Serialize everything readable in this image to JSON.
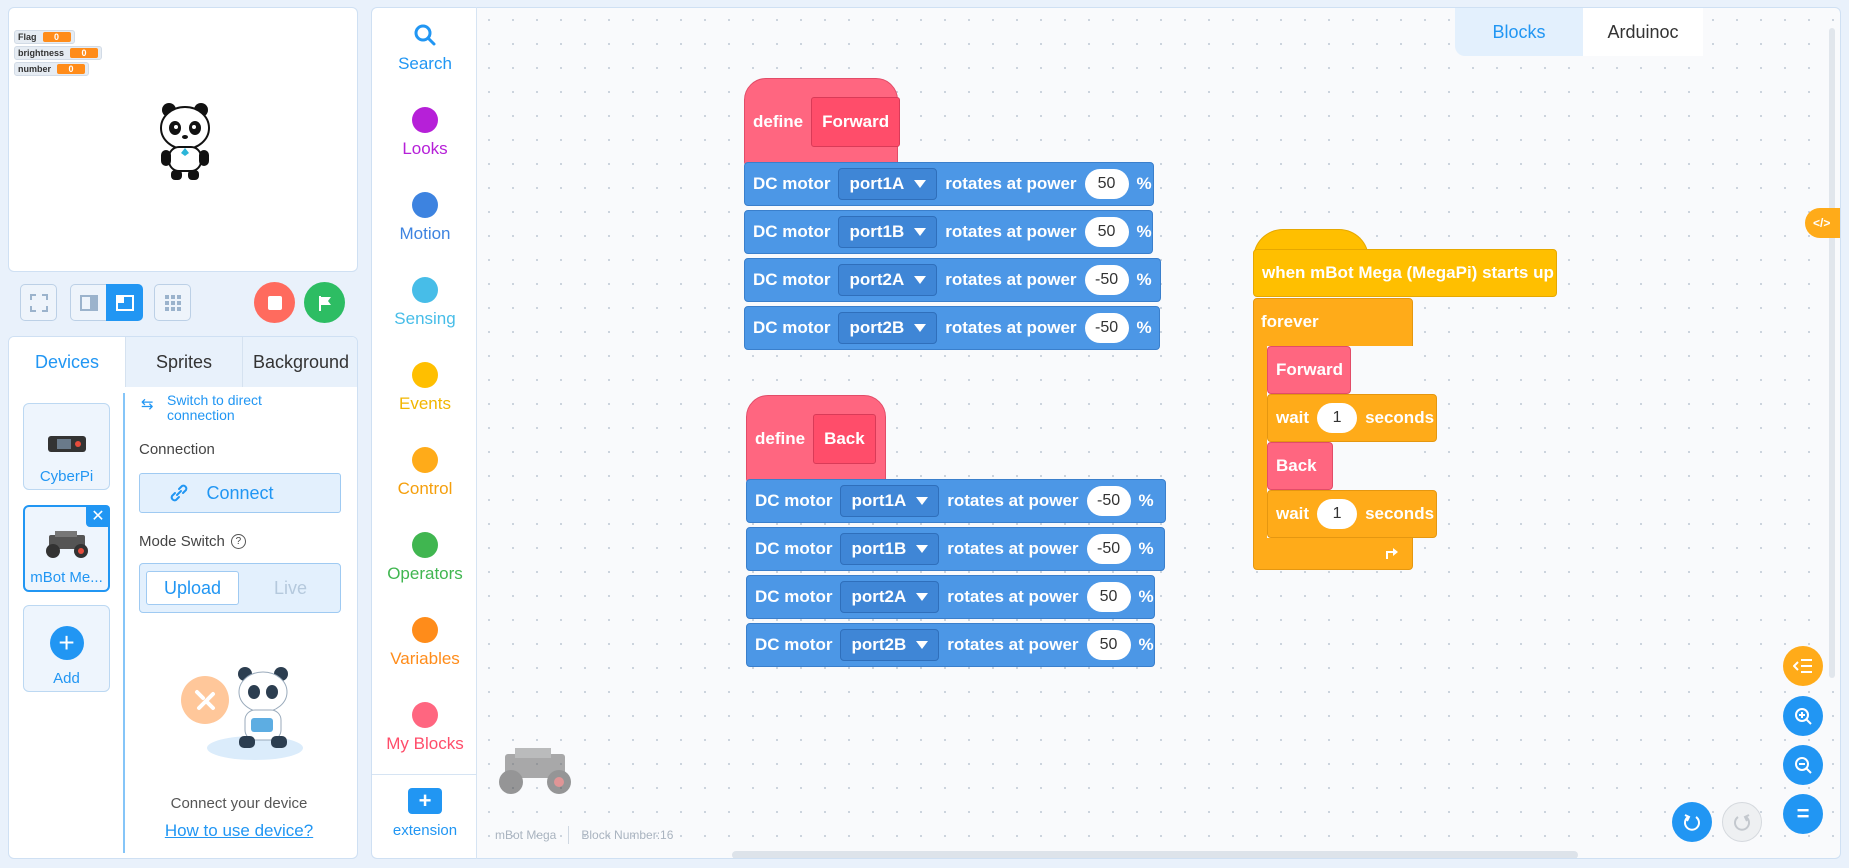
{
  "stage": {
    "monitors": [
      {
        "label": "Flag",
        "value": "0"
      },
      {
        "label": "brightness",
        "value": "0"
      },
      {
        "label": "number",
        "value": "0"
      }
    ]
  },
  "stage_controls": {
    "fullscreen_icon": "fullscreen-icon",
    "small_stage_icon": "small-stage-icon",
    "large_stage_icon": "large-stage-icon",
    "grid_icon": "grid-icon",
    "stop_color": "#ff6b5e",
    "go_color": "#2dbd63"
  },
  "panel_tabs": [
    "Devices",
    "Sprites",
    "Background"
  ],
  "devices": [
    {
      "label": "CyberPi"
    },
    {
      "label": "mBot Me..."
    },
    {
      "label": "Add"
    }
  ],
  "device_settings": {
    "switch_link": "Switch to direct connection",
    "connection_label": "Connection",
    "connect_button": "Connect",
    "mode_label": "Mode Switch",
    "mode_upload": "Upload",
    "mode_live": "Live",
    "connect_text": "Connect your device",
    "howto_link": "How to use device?"
  },
  "categories": [
    {
      "name": "Search",
      "color": "#2196f3"
    },
    {
      "name": "Looks",
      "color": "#b620d8"
    },
    {
      "name": "Motion",
      "color": "#3d83e0"
    },
    {
      "name": "Sensing",
      "color": "#47bde8"
    },
    {
      "name": "Events",
      "color": "#ffbf00"
    },
    {
      "name": "Control",
      "color": "#ffab19"
    },
    {
      "name": "Operators",
      "color": "#40b650"
    },
    {
      "name": "Variables",
      "color": "#ff8c1a"
    },
    {
      "name": "My Blocks",
      "color": "#ff6680"
    }
  ],
  "extension_label": "extension",
  "editor_tabs": {
    "blocks": "Blocks",
    "arduino": "Arduinoc"
  },
  "scripts": {
    "define_forward": {
      "keyword": "define",
      "name": "Forward",
      "motors": [
        {
          "label": "DC motor",
          "port": "port1A",
          "text": "rotates at power",
          "value": "50",
          "unit": "%"
        },
        {
          "label": "DC motor",
          "port": "port1B",
          "text": "rotates at power",
          "value": "50",
          "unit": "%"
        },
        {
          "label": "DC motor",
          "port": "port2A",
          "text": "rotates at power",
          "value": "-50",
          "unit": "%"
        },
        {
          "label": "DC motor",
          "port": "port2B",
          "text": "rotates at power",
          "value": "-50",
          "unit": "%"
        }
      ]
    },
    "define_back": {
      "keyword": "define",
      "name": "Back",
      "motors": [
        {
          "label": "DC motor",
          "port": "port1A",
          "text": "rotates at power",
          "value": "-50",
          "unit": "%"
        },
        {
          "label": "DC motor",
          "port": "port1B",
          "text": "rotates at power",
          "value": "-50",
          "unit": "%"
        },
        {
          "label": "DC motor",
          "port": "port2A",
          "text": "rotates at power",
          "value": "50",
          "unit": "%"
        },
        {
          "label": "DC motor",
          "port": "port2B",
          "text": "rotates at power",
          "value": "50",
          "unit": "%"
        }
      ]
    },
    "main": {
      "hat": "when mBot Mega (MegaPi) starts up",
      "forever": "forever",
      "call_forward": "Forward",
      "wait1": {
        "label": "wait",
        "value": "1",
        "unit": "seconds"
      },
      "call_back": "Back",
      "wait2": {
        "label": "wait",
        "value": "1",
        "unit": "seconds"
      }
    }
  },
  "status_bar": {
    "device": "mBot Mega",
    "block_count": "Block Number:16"
  },
  "colors": {
    "accent": "#2196f3",
    "motion_block": "#4c97e6",
    "my_blocks": "#ff6680",
    "events": "#ffbf00",
    "control": "#ffab19"
  }
}
